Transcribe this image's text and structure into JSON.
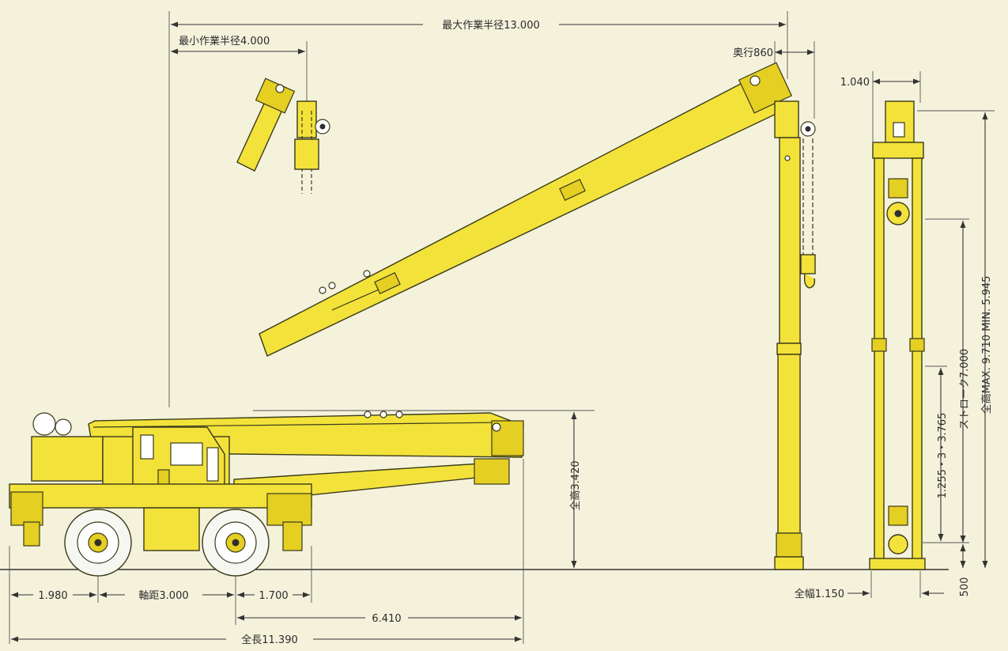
{
  "colors": {
    "background": "#f5f2dc",
    "body": "#f3e23a",
    "outline": "#3a3a1a",
    "dim_line": "#333333"
  },
  "dimensions": {
    "max_radius": "最大作業半径13.000",
    "min_radius": "最小作業半径4.000",
    "depth": "奥行860",
    "width_top": "1.040",
    "height_total": "全高MAX. 9.710 MIN. 5.945",
    "stroke": "ストローク7.000",
    "stage_lengths": "1.255・3・3.765",
    "ground_clearance": "500",
    "overall_width": "全幅1.150",
    "vehicle_height": "全高3.420",
    "front_overhang": "1.980",
    "wheelbase": "軸距3.000",
    "rear_overhang": "1.700",
    "boom_length": "6.410",
    "overall_length": "全長11.390"
  }
}
